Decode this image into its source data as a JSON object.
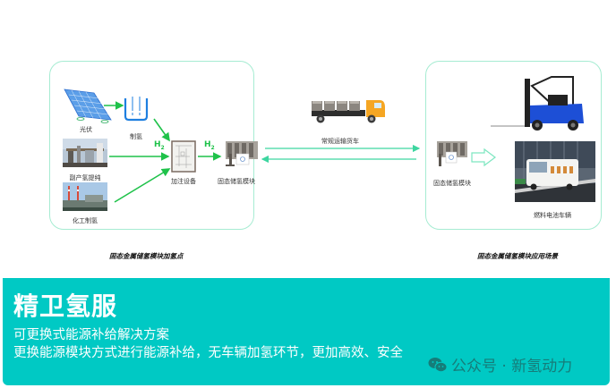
{
  "diagram": {
    "left_panel": {
      "caption": "固态金属储氢模块加氢点",
      "nodes": {
        "solar": "光伏",
        "electrolysis": "制氢",
        "byproduct": "副产氢提纯",
        "chemical": "化工制氢",
        "filling": "加注设备",
        "storage_module": "固态储氢模块"
      },
      "h2_labels": [
        "H2",
        "H2"
      ]
    },
    "transport": {
      "truck_label": "常规运输货车"
    },
    "right_panel": {
      "caption": "固态金属储氢模块应用场景",
      "nodes": {
        "storage_module": "固态储氢模块",
        "vehicle": "燃料电池车辆"
      }
    }
  },
  "banner": {
    "title": "精卫氢服",
    "line1": "可更换式能源补给解决方案",
    "line2": "更换能源模块方式进行能源补给，无车辆加氢环节，更加高效、安全",
    "watermark": "公众号 · 新氢动力"
  },
  "colors": {
    "panel_border": "#a6ecd2",
    "arrow_green": "#1fc24a",
    "transport_arrow": "#3dd6a0",
    "banner_bg": "#00c9c4",
    "truck_cab": "#f5a623",
    "forklift_blue": "#1d4fd6"
  }
}
